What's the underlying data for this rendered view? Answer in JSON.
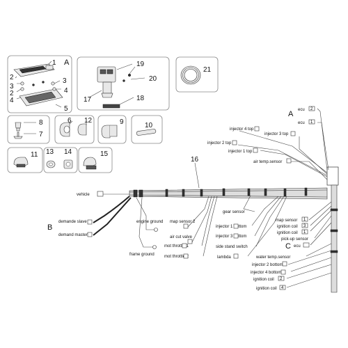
{
  "parts": {
    "n1": "1",
    "n2a": "2",
    "n2b": "2",
    "n3a": "3",
    "n3b": "3",
    "n4a": "4",
    "n4b": "4",
    "n5": "5",
    "n6": "6",
    "n7": "7",
    "n8": "8",
    "n9": "9",
    "n10": "10",
    "n11": "11",
    "n12": "12",
    "n13": "13",
    "n14": "14",
    "n15": "15",
    "n16": "16",
    "n17": "17",
    "n18": "18",
    "n19": "19",
    "n20": "20",
    "n21": "21"
  },
  "letters": {
    "A1": "A",
    "A2": "A",
    "B": "B",
    "C": "C"
  },
  "connectors": {
    "ecu2": "ecu",
    "ecu2_num": "2",
    "ecu1": "ecu",
    "ecu1_num": "1",
    "injector4_top": "injector 4 top",
    "injector3_top": "injector 3 top",
    "injector2_top": "injector 2 top",
    "injector1_top": "injector 1 top",
    "air_temp_sensor": "air temp.sensor",
    "vehicle": "vehicle",
    "demande_slave": "demande slave",
    "demand_master": "demand master",
    "engine_ground": "engine ground",
    "frame_ground": "frame ground",
    "map_sensor2": "map sensor 2",
    "air_cut_valve": "air cut valve",
    "mot_throttle1": "mot throttle 1",
    "mot_throttle2": "mot throttle 2",
    "gear_sensor": "gear sensor",
    "injector1_bottom": "injector 1 bottom",
    "injector3_bottom": "injector 3 bottom",
    "side_stand_switch": "side stand switch",
    "lambda": "lambda",
    "map_sensor1": "map sensor",
    "map_sensor1_num": "1",
    "ignition_coil3": "ignition coil",
    "ignition_coil3_num": "3",
    "ignition_coil1": "ignition coil",
    "ignition_coil1_num": "1",
    "pickup_sensor": "pick-up sensor",
    "ecu_c": "ecu",
    "water_temp_sensor": "water temp.sensor",
    "injector2_bottom": "injector 2 bottom",
    "injector4_bottom": "injector 4 bottom",
    "ignition_coil2": "ignition coil",
    "ignition_coil2_num": "2",
    "ignition_coil4": "ignition coil",
    "ignition_coil4_num": "4"
  }
}
